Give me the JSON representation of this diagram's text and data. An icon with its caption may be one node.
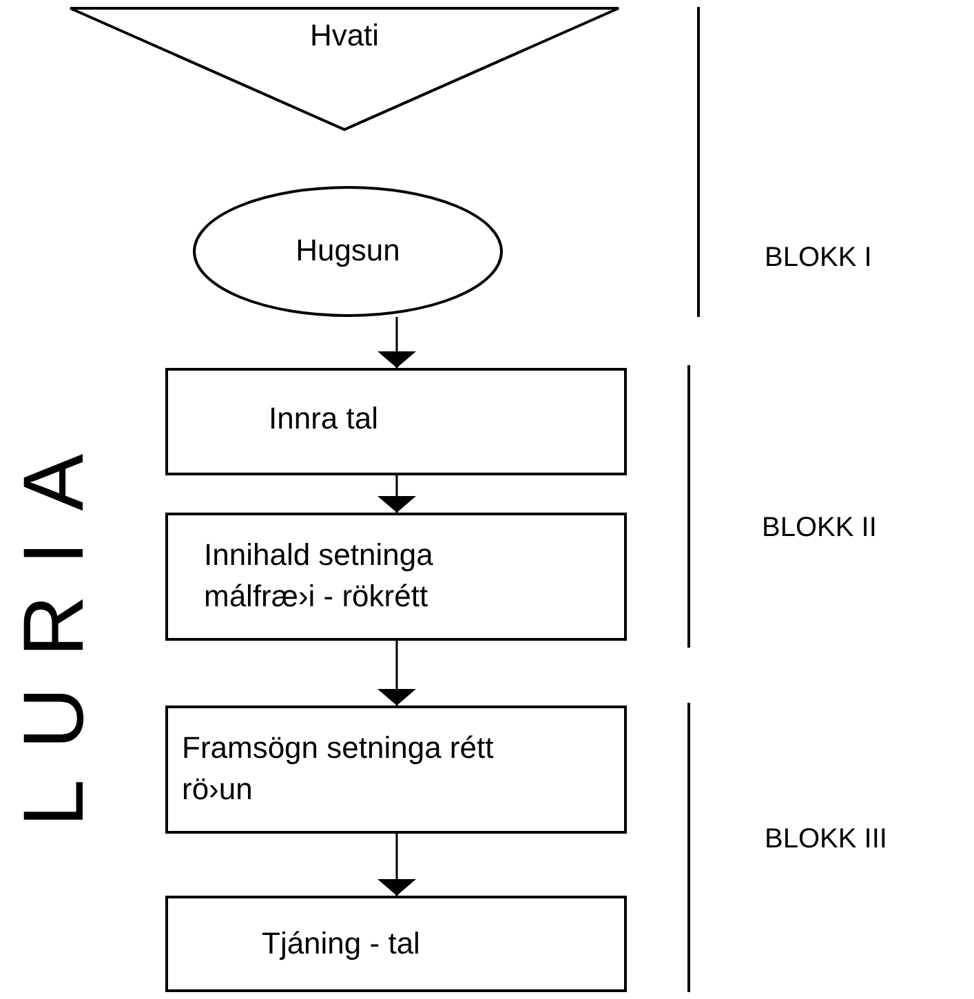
{
  "diagram": {
    "nodes": [
      {
        "text": [
          "Hvati"
        ]
      },
      {
        "text": [
          "Hugsun"
        ]
      },
      {
        "text": [
          "Innra tal"
        ]
      },
      {
        "text": [
          "Innihald setninga málfræ›i - rökrétt"
        ]
      },
      {
        "text": [
          "Framsögn setninga rétt rö›un"
        ]
      },
      {
        "text": [
          "Tjáning - tal"
        ]
      }
    ],
    "edges": [
      {
        "from": 1,
        "to": 2,
        "arrow": "to"
      },
      {
        "from": 2,
        "to": 3,
        "arrow": "to"
      },
      {
        "from": 3,
        "to": 4,
        "arrow": "to"
      },
      {
        "from": 4,
        "to": 5,
        "arrow": "to"
      }
    ],
    "labels": [
      "BLOKK I",
      "BLOKK II",
      "BLOKK III",
      "LURIA"
    ]
  }
}
